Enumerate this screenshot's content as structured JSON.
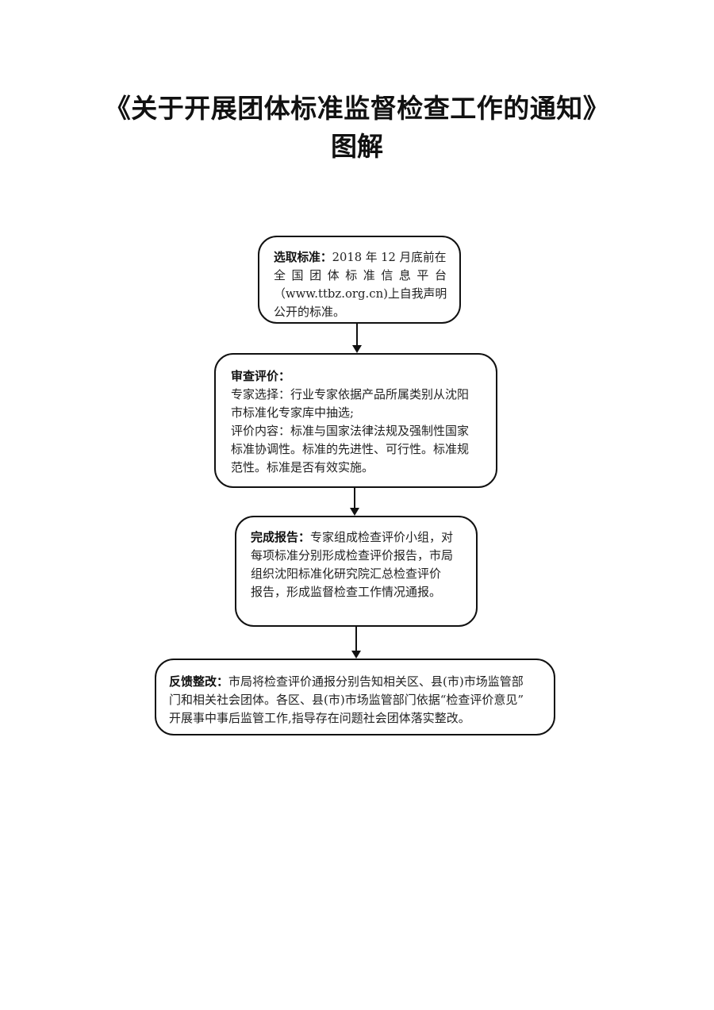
{
  "title": {
    "line1": "《关于开展团体标准监督检查工作的通知》",
    "line2": "图解"
  },
  "steps": [
    {
      "label": "选取标准：",
      "lines": [
        "2018 年 12 月底前在",
        "全国团体标准信息平台",
        "（www.ttbz.org.cn)上自我声明",
        "公开的标准。"
      ]
    },
    {
      "label": "审查评价：",
      "lines": [
        "专家选择：行业专家依据产品所属类别从沈阳",
        "市标准化专家库中抽选;",
        "评价内容：标准与国家法律法规及强制性国家",
        "标准协调性。标准的先进性、可行性。标准规",
        "范性。标准是否有效实施。"
      ]
    },
    {
      "label": "完成报告：",
      "lines": [
        "专家组成检查评价小组，对",
        "每项标准分别形成检查评价报告，市局",
        "组织沈阳标准化研究院汇总检查评价",
        "报告，形成监督检查工作情况通报。"
      ]
    },
    {
      "label": "反馈整改：",
      "lines": [
        "市局将检查评价通报分别告知相关区、县(市)市场监管部",
        "门和相关社会团体。各区、县(市)市场监管部门依据“检查评价意见”",
        "开展事中事后监管工作,指导存在问题社会团体落实整改。"
      ]
    }
  ]
}
